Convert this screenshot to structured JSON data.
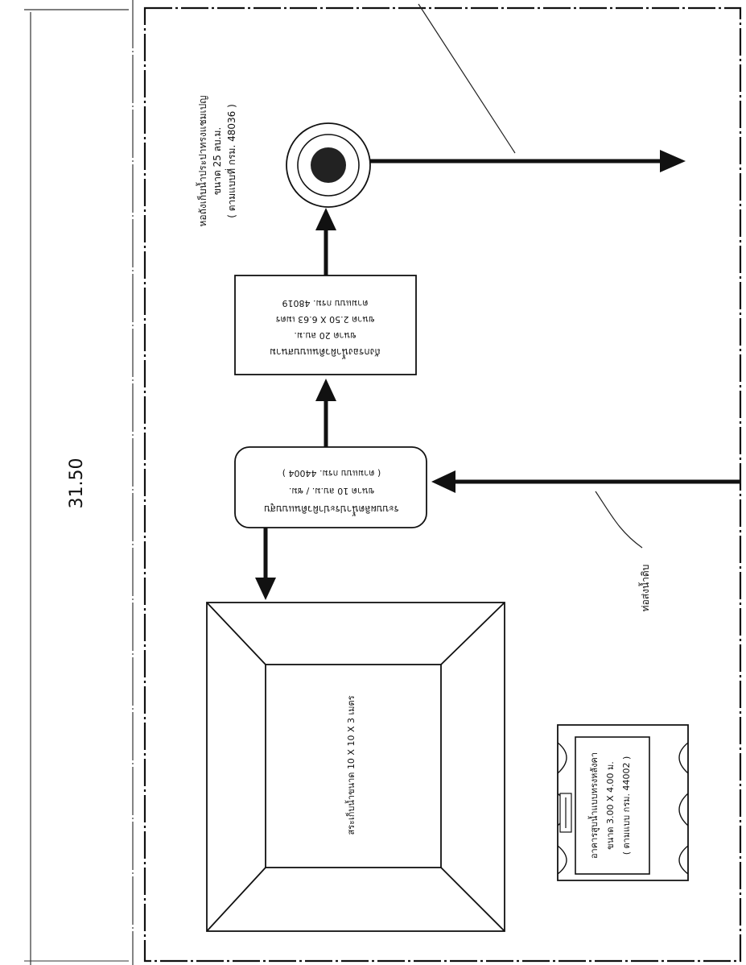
{
  "dimension": {
    "label": "31.50"
  },
  "tank": {
    "title": "หอถังเก็บน้ำประปาทรงแชมเปญ",
    "size": "ขนาด 25 ลบ.ม.",
    "ref": "( ตามแบบที่ กรม. 48036 )"
  },
  "filter": {
    "title": "ถังกรองน้ำผิวดินแบบสนาม",
    "capacity": "ขนาด 20 ลบ.ม.",
    "size": "ขนาด 2.50 X 6.63 เมตร",
    "ref": "ตามแบบ กรม. 48019"
  },
  "sediment": {
    "title": "ระบบผลิตน้ำประปาผิวดินแบบสูบ",
    "capacity": "ขนาด 10 ลบ.ม. / ชม.",
    "ref": "( ตามแบบ กรม. 44004 )"
  },
  "pond": {
    "label": "สระเก็บน้ำขนาด 10 X 10 X 3 เมตร"
  },
  "source": {
    "label": "ท่อส่งน้ำดิบ"
  },
  "pump_house": {
    "title": "อาคารสูบน้ำแบบทรงหลังคา",
    "size": "ขนาด 3.00 X 4.00 ม.",
    "ref": "( ตามแบบ กรม. 44002 )"
  },
  "colors": {
    "line": "#111111",
    "tank_core": "#222222"
  }
}
